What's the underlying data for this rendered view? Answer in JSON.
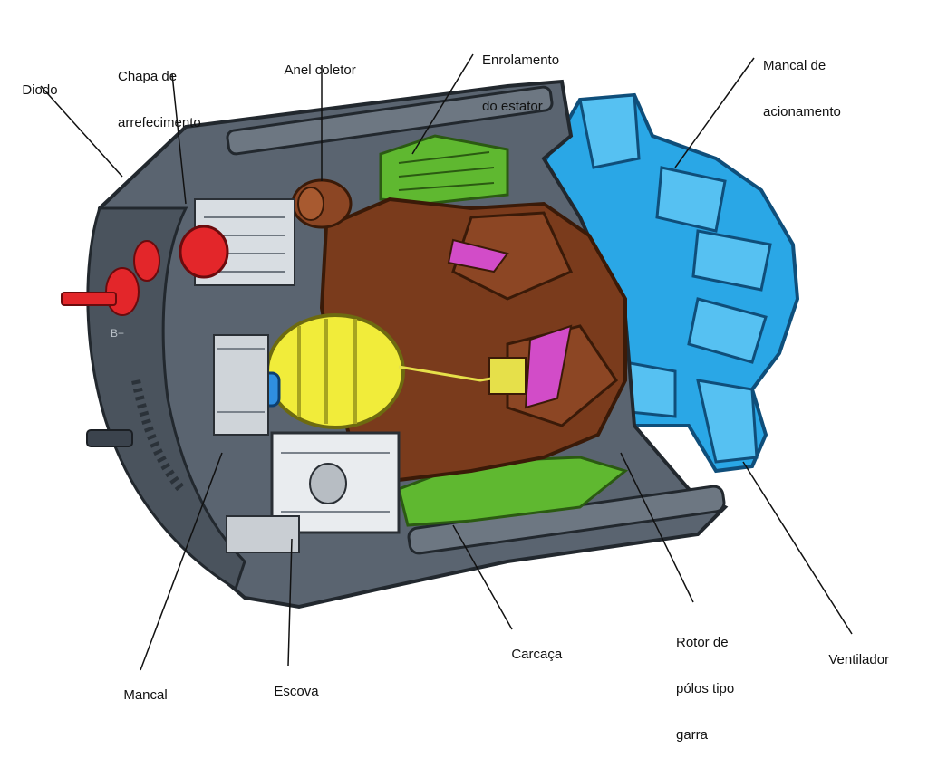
{
  "labels": {
    "diodo": {
      "text": "Diodo"
    },
    "chapa": {
      "line1": "Chapa de",
      "line2": "arrefecimento"
    },
    "anel": {
      "text": "Anel coletor"
    },
    "enrolamento": {
      "line1": "Enrolamento",
      "line2": "do estator"
    },
    "mancal_acionamento": {
      "line1": "Mancal de",
      "line2": "acionamento"
    },
    "mancal": {
      "text": "Mancal"
    },
    "escova": {
      "text": "Escova"
    },
    "carcaca": {
      "text": "Carcaça"
    },
    "rotor": {
      "line1": "Rotor de",
      "line2": "pólos tipo",
      "line3": "garra"
    },
    "ventilador": {
      "text": "Ventilador"
    },
    "terminal_mark": {
      "text": "B+"
    }
  },
  "colors": {
    "housing": "#5a6470",
    "housing_dark": "#3b434d",
    "rotor": "#7a3b1c",
    "stator": "#5fb830",
    "fan": "#2aa7e6",
    "slip_ring": "#f1ec3a",
    "diode": "#e3262a",
    "shaft": "#2f8fe0",
    "claw_gap": "#d24cc8"
  }
}
